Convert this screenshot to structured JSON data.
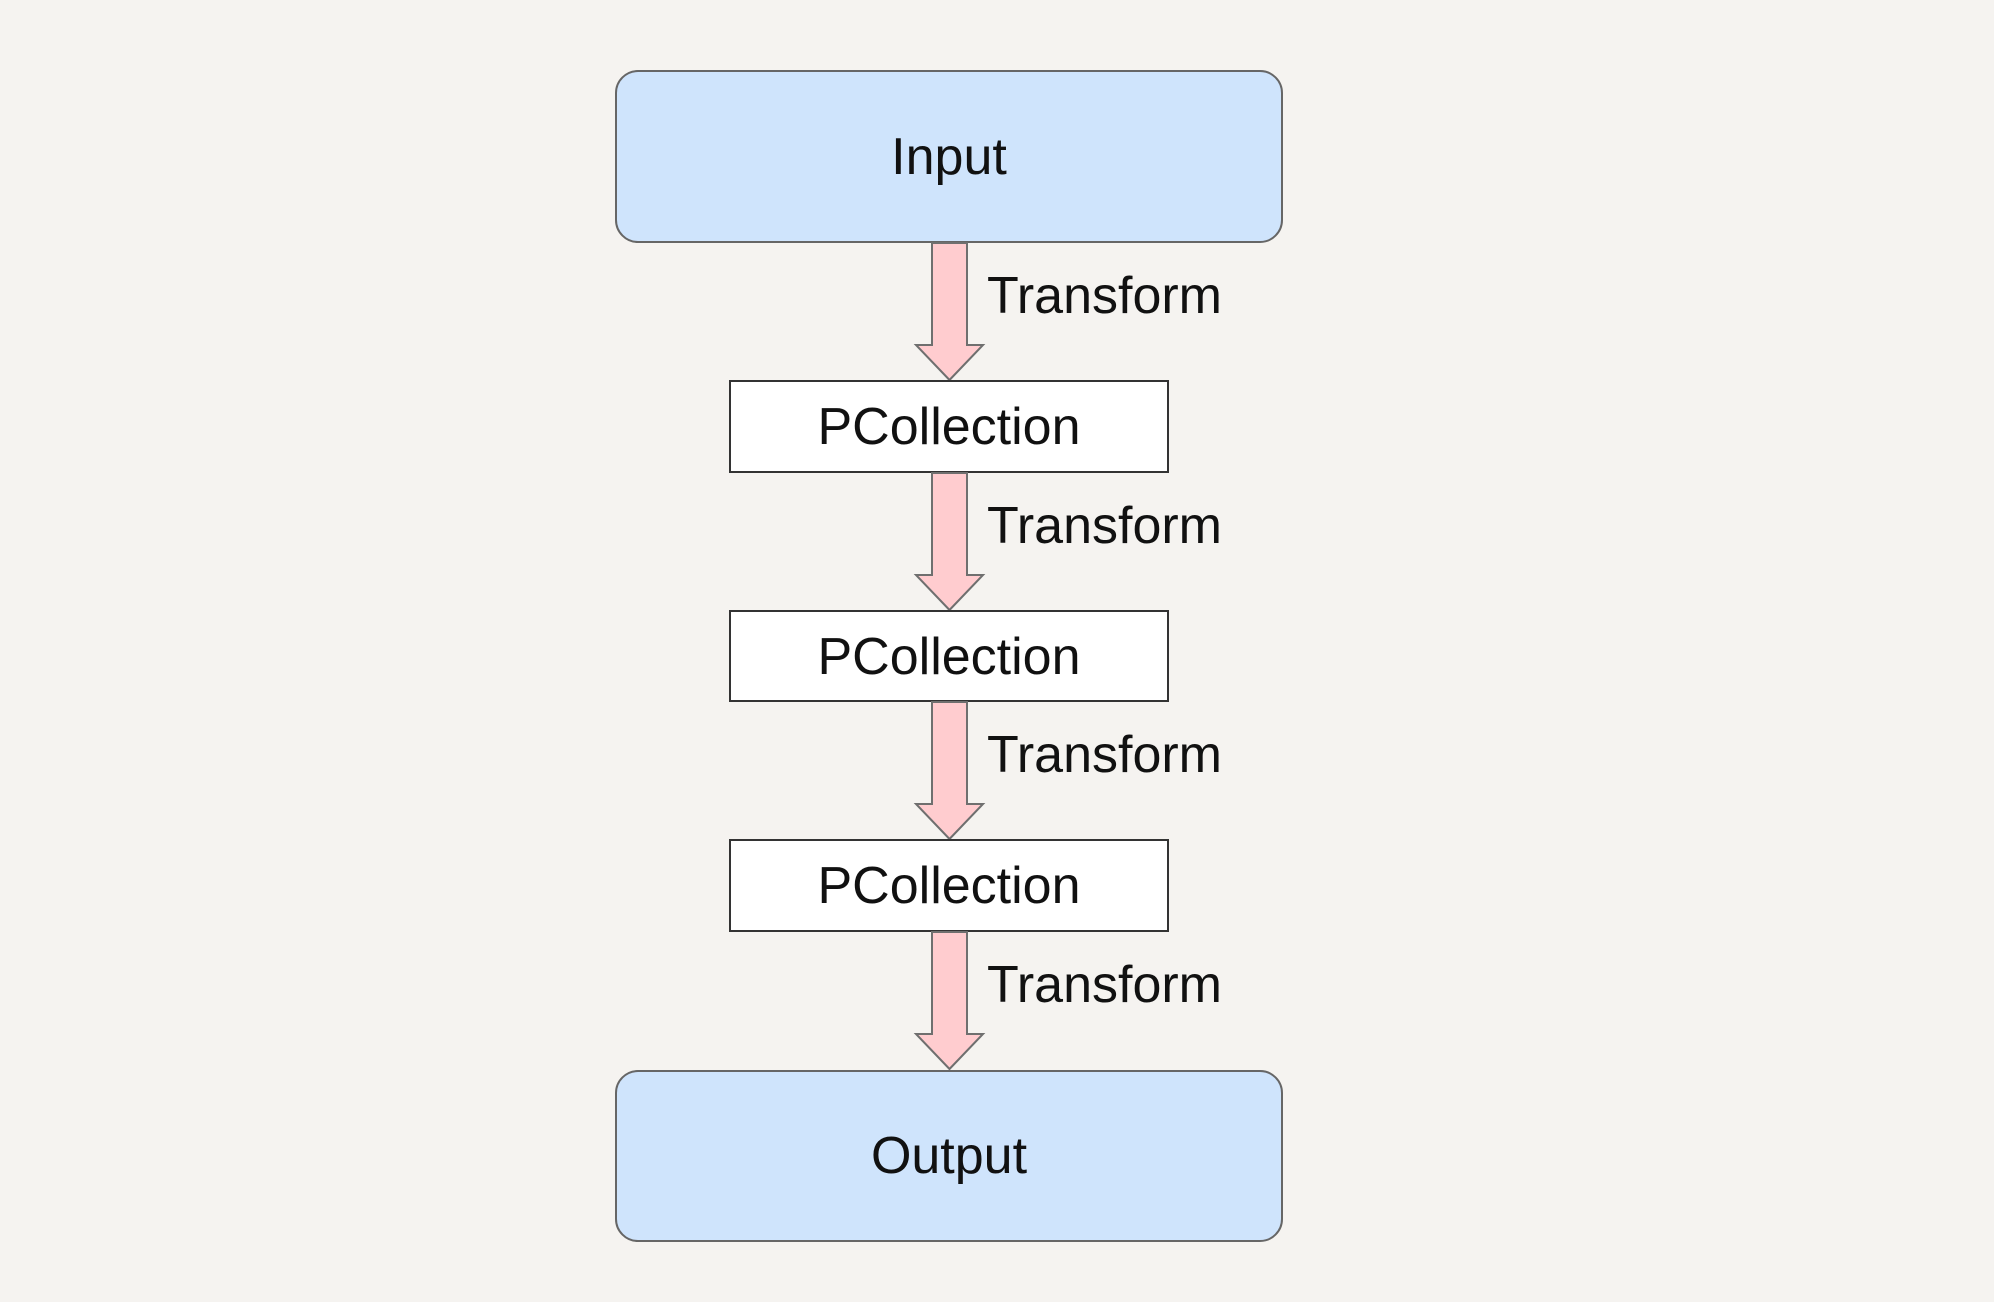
{
  "colors": {
    "background": "#f5f3f0",
    "terminal_fill": "#cfe4fc",
    "terminal_stroke": "#666666",
    "pcollection_fill": "#ffffff",
    "pcollection_stroke": "#333333",
    "arrow_fill": "#ffcccf",
    "arrow_stroke": "#6f6f6f",
    "text": "#111111"
  },
  "nodes": {
    "input": {
      "label": "Input"
    },
    "pcollection_1": {
      "label": "PCollection"
    },
    "pcollection_2": {
      "label": "PCollection"
    },
    "pcollection_3": {
      "label": "PCollection"
    },
    "output": {
      "label": "Output"
    }
  },
  "edges": [
    {
      "label": "Transform"
    },
    {
      "label": "Transform"
    },
    {
      "label": "Transform"
    },
    {
      "label": "Transform"
    }
  ]
}
